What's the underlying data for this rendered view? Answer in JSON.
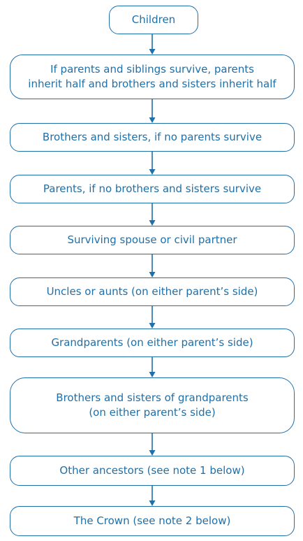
{
  "colors": {
    "box_border": "#1f6fa8",
    "text": "#1f6fa8",
    "arrow": "#1f6fa8",
    "background": "#ffffff"
  },
  "steps": [
    {
      "label": "Children"
    },
    {
      "label": "If parents and siblings survive, parents\ninherit half and brothers and sisters inherit half"
    },
    {
      "label": "Brothers and sisters, if no parents survive"
    },
    {
      "label": "Parents, if no brothers and sisters survive"
    },
    {
      "label": "Surviving spouse or civil partner"
    },
    {
      "label": "Uncles or aunts (on either parent’s side)"
    },
    {
      "label": "Grandparents (on either parent’s side)"
    },
    {
      "label": "Brothers and sisters of grandparents\n(on either parent’s side)"
    },
    {
      "label": "Other ancestors (see note 1 below)"
    },
    {
      "label": "The Crown (see note 2 below)"
    }
  ]
}
